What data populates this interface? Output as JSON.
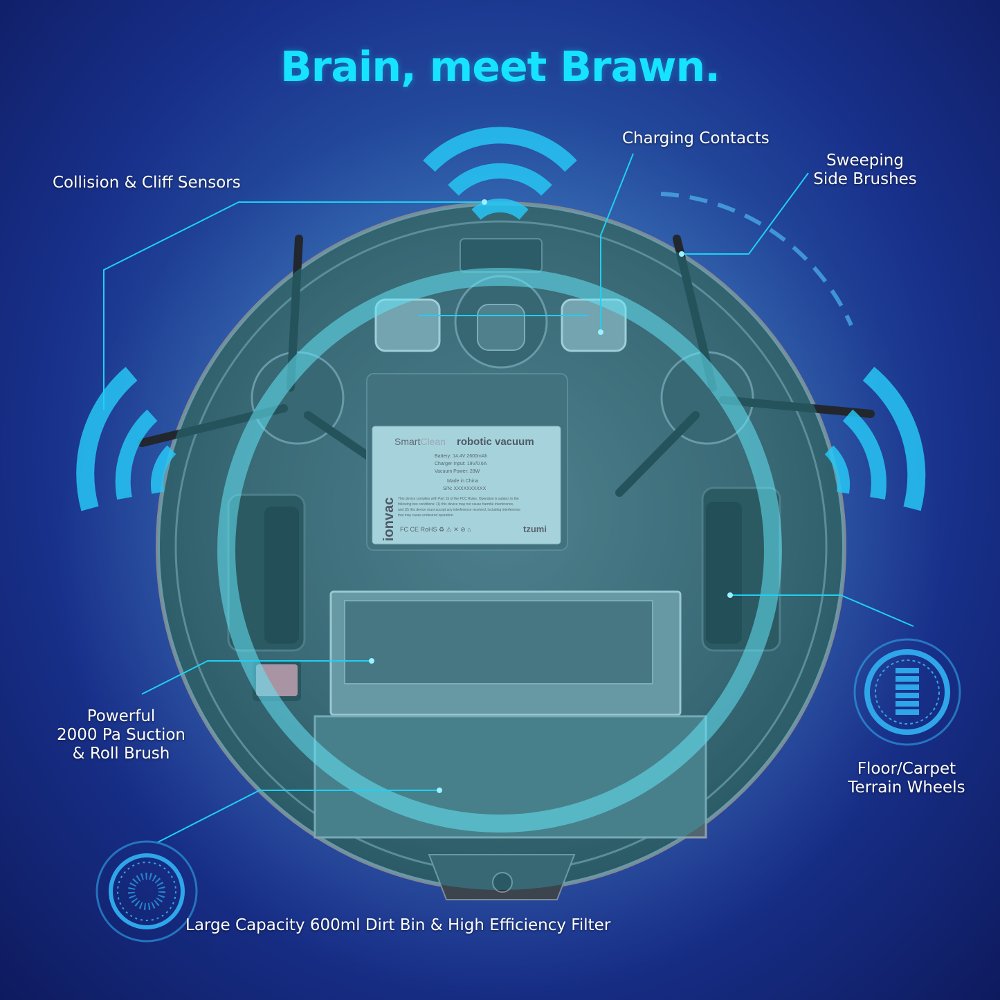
{
  "headline": "Brain, meet Brawn.",
  "colors": {
    "accent_cyan": "#16e3ff",
    "background_deep": "#0e1a5e",
    "background_light": "#3f7fc4",
    "callout_text": "#ffffff"
  },
  "callouts": {
    "collision_cliff_sensors": "Collision & Cliff Sensors",
    "charging_contacts": "Charging Contacts",
    "side_brushes": [
      "Sweeping",
      "Side Brushes"
    ],
    "suction": [
      "Powerful",
      "2000 Pa Suction",
      "& Roll Brush"
    ],
    "terrain_wheels": [
      "Floor/Carpet",
      "Terrain Wheels"
    ],
    "dirt_bin": "Large Capacity 600ml Dirt Bin & High Efficiency Filter"
  },
  "product_label": {
    "brand_smart": "Smart",
    "brand_clean": "Clean",
    "product_name": "robotic vacuum",
    "battery": "Battery: 14.4V 2600mAh",
    "charger_input": "Charger Input: 19V/0.6A",
    "vacuum_power": "Vacuum Power: 28W",
    "made_in": "Made in China",
    "serial": "S/N: XXXXXXXXXX",
    "fcc_lines": [
      "This device complies with Part 15 of the FCC Rules. Operation is subject to the",
      "following two conditions: (1) this device may not cause harmful interference,",
      "and (2) this device must accept any interference received, including interference",
      "that may cause undesired operation."
    ],
    "cert_marks": "FC  CE  RoHS  ♻  ⚠  ✕  ⊘  ⌂",
    "vertical_brand": "ionvac",
    "maker": "tzumi"
  },
  "icons": [
    "wifi-signal-icon",
    "sensor-wave-icon",
    "dirt-bin-icon",
    "wheel-gauge-icon",
    "power-switch-icon"
  ]
}
